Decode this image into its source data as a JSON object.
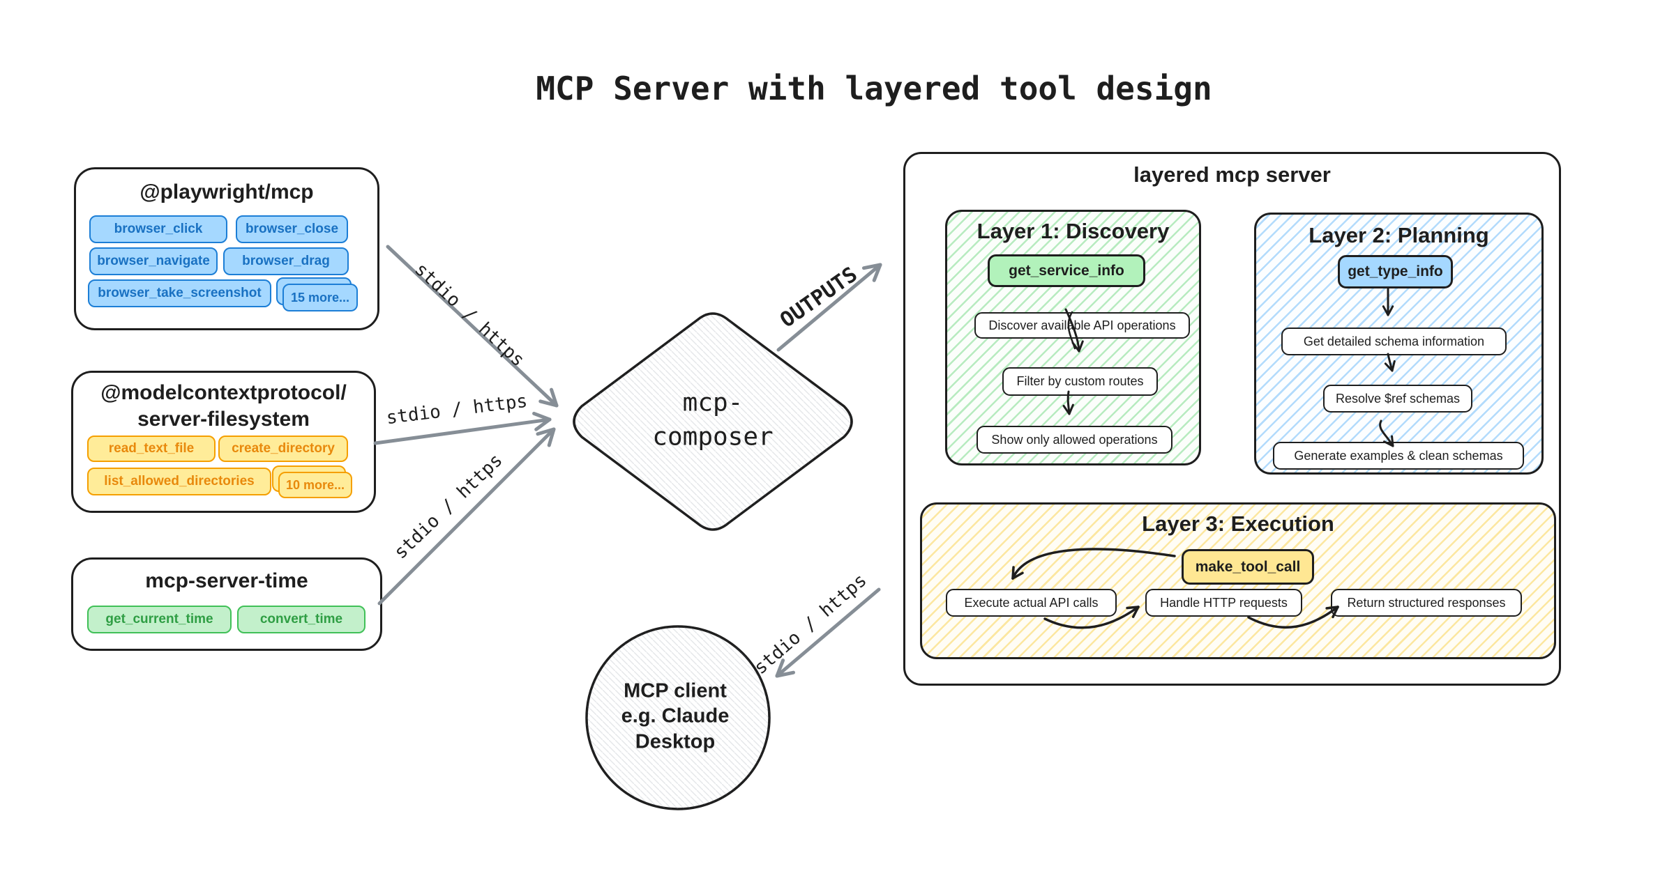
{
  "title": "MCP Server with layered tool design",
  "sources": [
    {
      "name": "@playwright/mcp",
      "tools": [
        "browser_click",
        "browser_close",
        "browser_navigate",
        "browser_drag",
        "browser_take_screenshot"
      ],
      "more": "15 more..."
    },
    {
      "name_lines": [
        "@modelcontextprotocol/",
        "server-filesystem"
      ],
      "tools": [
        "read_text_file",
        "create_directory",
        "list_allowed_directories"
      ],
      "more": "10 more..."
    },
    {
      "name": "mcp-server-time",
      "tools": [
        "get_current_time",
        "convert_time"
      ]
    }
  ],
  "composer": {
    "lines": [
      "mcp-",
      "composer"
    ]
  },
  "client": {
    "lines": [
      "MCP client",
      "e.g. Claude",
      "Desktop"
    ]
  },
  "edges": {
    "playwright": "stdio / https",
    "filesystem": "stdio / https",
    "time": "stdio / https",
    "outputs": "OUTPUTS",
    "client": "stdio / https"
  },
  "server": {
    "title": "layered mcp server",
    "layers": [
      {
        "title": "Layer 1: Discovery",
        "tool": "get_service_info",
        "steps": [
          "Discover available API operations",
          "Filter by custom routes",
          "Show only allowed operations"
        ]
      },
      {
        "title": "Layer 2: Planning",
        "tool": "get_type_info",
        "steps": [
          "Get detailed schema information",
          "Resolve $ref schemas",
          "Generate examples & clean schemas"
        ]
      },
      {
        "title": "Layer 3: Execution",
        "tool": "make_tool_call",
        "steps": [
          "Execute actual API calls",
          "Handle HTTP requests",
          "Return structured responses"
        ]
      }
    ]
  },
  "colors": {
    "ink": "#1e1e1e",
    "arrow_gray": "#868e96",
    "blue_fill": "#a5d8ff",
    "blue_border": "#1c7ed6",
    "orange_fill": "#ffec99",
    "orange_border": "#f59f00",
    "green_fill": "#c3f0cb",
    "green_border": "#40c057",
    "yellow_pill": "#ffe793"
  }
}
